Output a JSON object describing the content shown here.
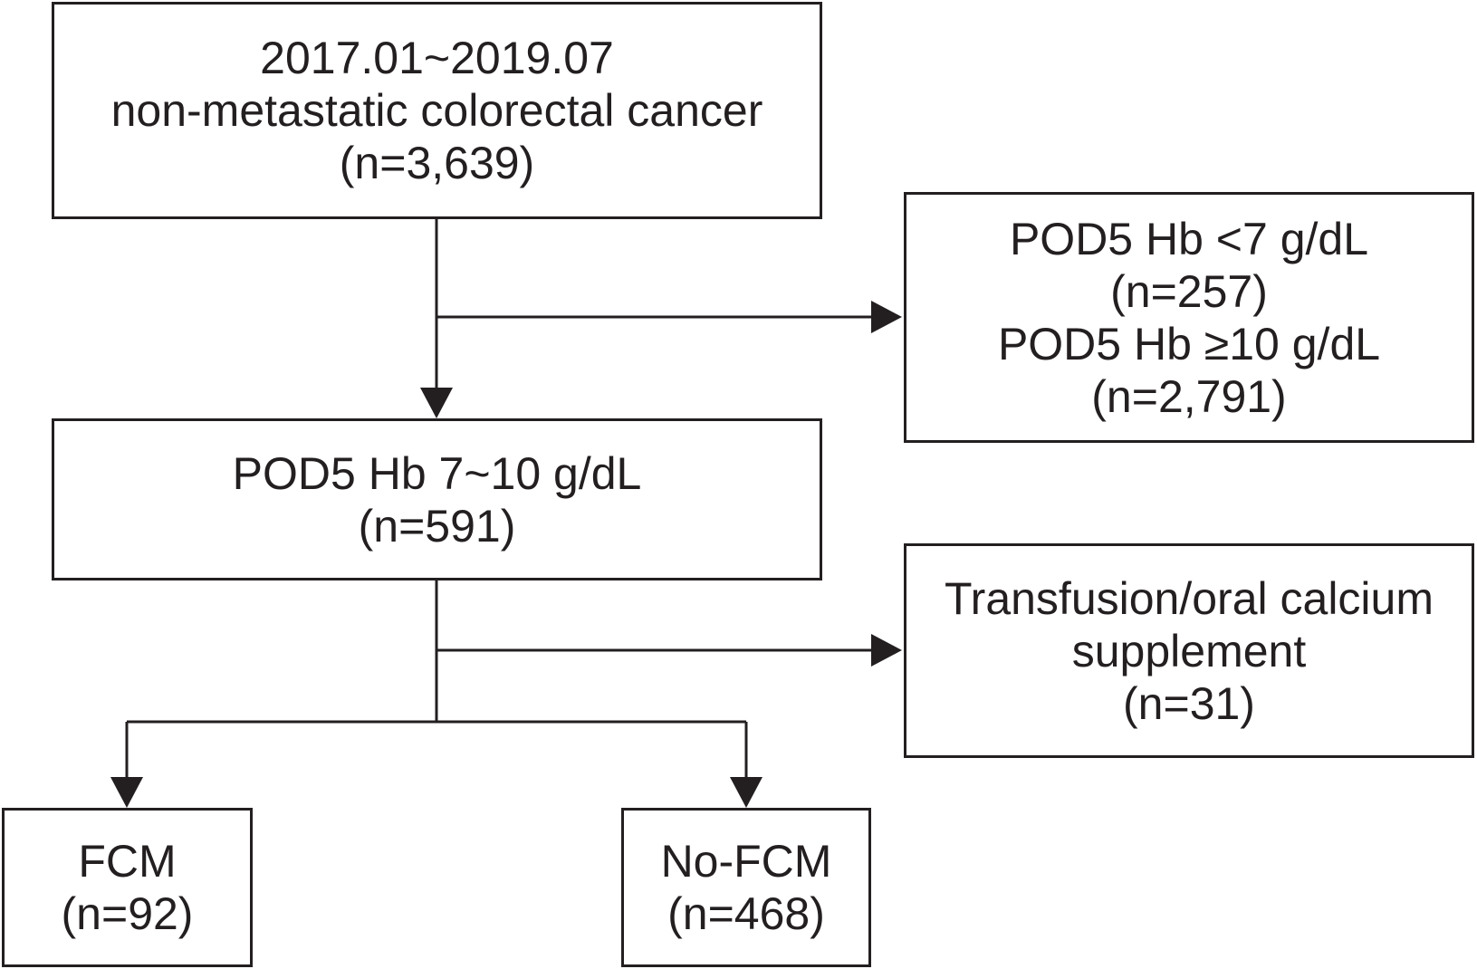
{
  "boxes": {
    "cohort": {
      "lines": [
        "2017.01~2019.07",
        "non-metastatic colorectal cancer",
        "(n=3,639)"
      ]
    },
    "excluded_hb": {
      "lines": [
        "POD5 Hb <7 g/dL",
        "(n=257)",
        "POD5 Hb ≥10 g/dL",
        "(n=2,791)"
      ]
    },
    "hb_range": {
      "lines": [
        "POD5 Hb 7~10 g/dL",
        "(n=591)"
      ]
    },
    "excluded_transfusion": {
      "lines": [
        "Transfusion/oral calcium",
        "supplement",
        "(n=31)"
      ]
    },
    "fcm": {
      "lines": [
        "FCM",
        "(n=92)"
      ]
    },
    "no_fcm": {
      "lines": [
        "No-FCM",
        "(n=468)"
      ]
    }
  },
  "colors": {
    "stroke": "#231f20",
    "background": "#ffffff"
  }
}
